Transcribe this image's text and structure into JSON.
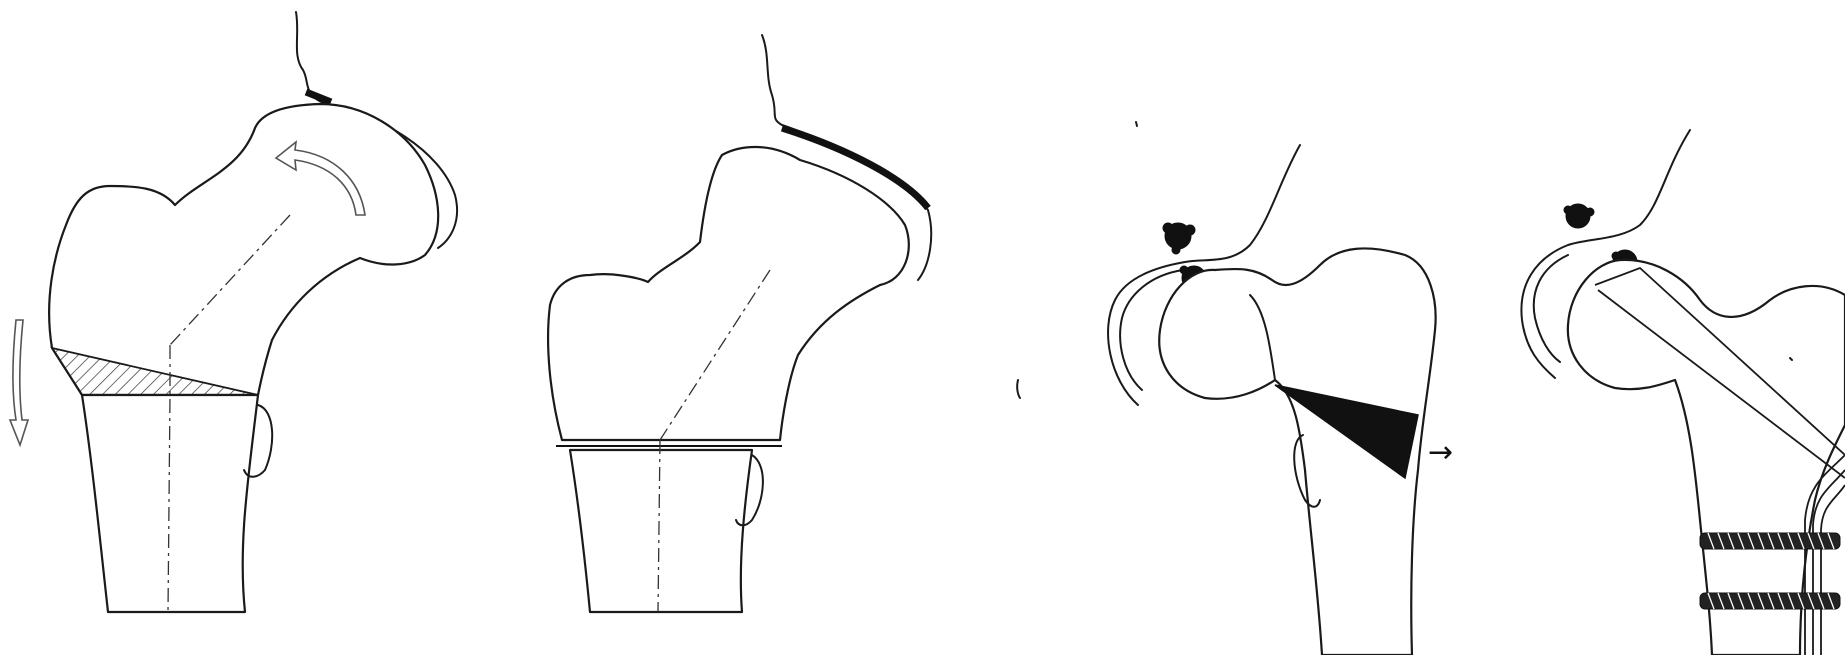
{
  "figure": {
    "panels": [
      {
        "id": "panel-1",
        "content": "femur-with-wedge-osteotomy",
        "wedge_fill": "hatched"
      },
      {
        "id": "panel-2",
        "content": "femur-after-correction"
      },
      {
        "id": "panel-3",
        "content": "femur-with-resected-wedge",
        "wedge_fill": "solid"
      },
      {
        "id": "panel-4",
        "content": "femur-fixed-with-plate-and-screws",
        "screw_count": 2
      }
    ],
    "colors": {
      "line": "#1a1a1a",
      "background": "#ffffff"
    },
    "arrow_glyph": "→"
  }
}
